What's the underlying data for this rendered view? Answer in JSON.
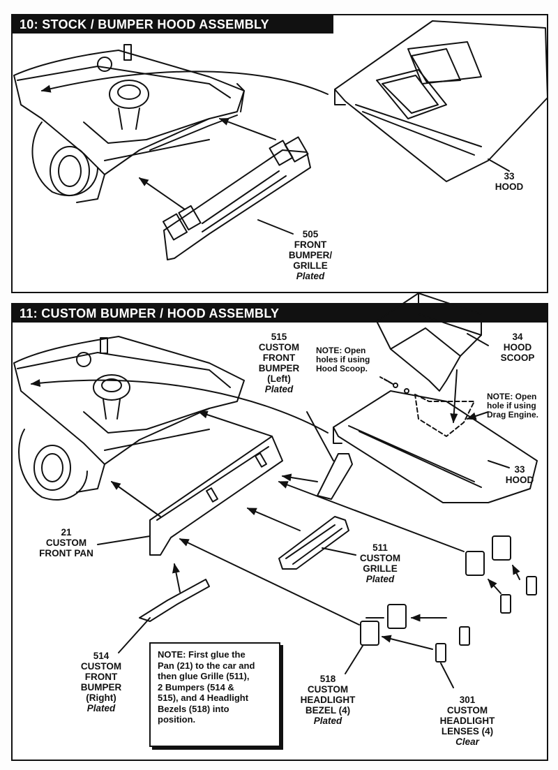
{
  "step10": {
    "title": "10: STOCK / BUMPER HOOD ASSEMBLY",
    "parts": [
      {
        "num": "33",
        "name": "HOOD"
      },
      {
        "num": "505",
        "name": "FRONT BUMPER/ GRILLE",
        "name_lines": [
          "FRONT",
          "BUMPER/",
          "GRILLE"
        ],
        "finish": "Plated"
      }
    ]
  },
  "step11": {
    "title": "11: CUSTOM BUMPER / HOOD ASSEMBLY",
    "parts": {
      "p515": {
        "num": "515",
        "lines": [
          "CUSTOM",
          "FRONT",
          "BUMPER",
          "(Left)"
        ],
        "finish": "Plated"
      },
      "p34": {
        "num": "34",
        "lines": [
          "HOOD",
          "SCOOP"
        ]
      },
      "p33": {
        "num": "33",
        "lines": [
          "HOOD"
        ]
      },
      "p21": {
        "num": "21",
        "lines": [
          "CUSTOM",
          "FRONT PAN"
        ]
      },
      "p511": {
        "num": "511",
        "lines": [
          "CUSTOM",
          "GRILLE"
        ],
        "finish": "Plated"
      },
      "p514": {
        "num": "514",
        "lines": [
          "CUSTOM",
          "FRONT",
          "BUMPER",
          "(Right)"
        ],
        "finish": "Plated"
      },
      "p518": {
        "num": "518",
        "lines": [
          "CUSTOM",
          "HEADLIGHT",
          "BEZEL (4)"
        ],
        "finish": "Plated"
      },
      "p301": {
        "num": "301",
        "lines": [
          "CUSTOM",
          "HEADLIGHT",
          "LENSES (4)"
        ],
        "finish": "Clear"
      }
    },
    "notes": {
      "scoop": [
        "NOTE: Open",
        "holes if using",
        "Hood Scoop."
      ],
      "drag": [
        "NOTE: Open",
        "hole if using",
        "Drag Engine."
      ],
      "glue": [
        "NOTE: First glue the",
        "Pan (21) to the car and",
        "then glue Grille (511),",
        "2 Bumpers (514 &",
        "515), and 4 Headlight",
        "Bezels (518) into",
        "position."
      ]
    }
  }
}
